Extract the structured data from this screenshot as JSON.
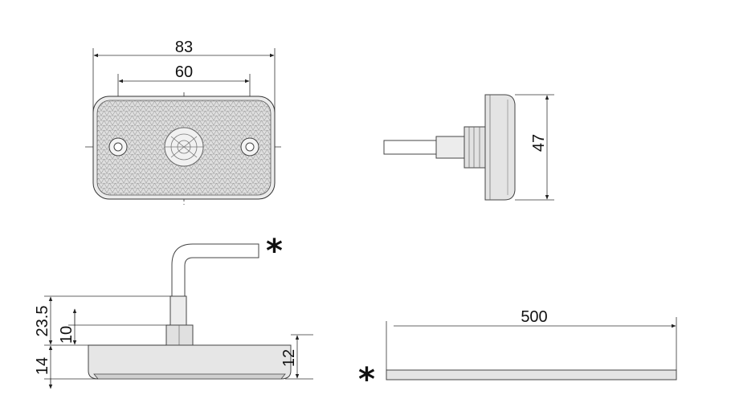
{
  "dimensions": {
    "total_width": "83",
    "hole_spacing": "60",
    "height": "47",
    "cable_height": "23.5",
    "gland_height": "10",
    "body_thickness": "14",
    "lens_thickness": "12",
    "cable_length": "500"
  },
  "markers": {
    "cable_end_top": "*",
    "cable_end_bottom": "*"
  },
  "colors": {
    "body_fill": "#e6e6e6",
    "lens_fill": "#dcdcdc",
    "line": "#333333"
  }
}
